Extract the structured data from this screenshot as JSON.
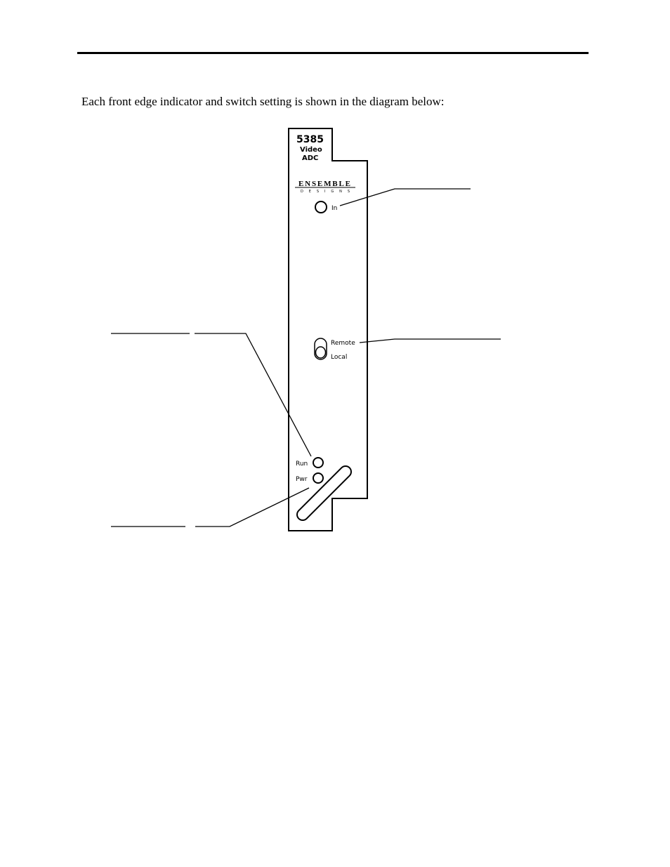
{
  "intro_text": "Each front edge indicator and switch setting is shown in the diagram below:",
  "card": {
    "model": "5385",
    "name_line1": "Video",
    "name_line2": "ADC",
    "brand": "Ensemble",
    "brand_sub": "D E S I G N S",
    "in_label": "In",
    "switch_top": "Remote",
    "switch_bottom": "Local",
    "run_label": "Run",
    "pwr_label": "Pwr"
  }
}
